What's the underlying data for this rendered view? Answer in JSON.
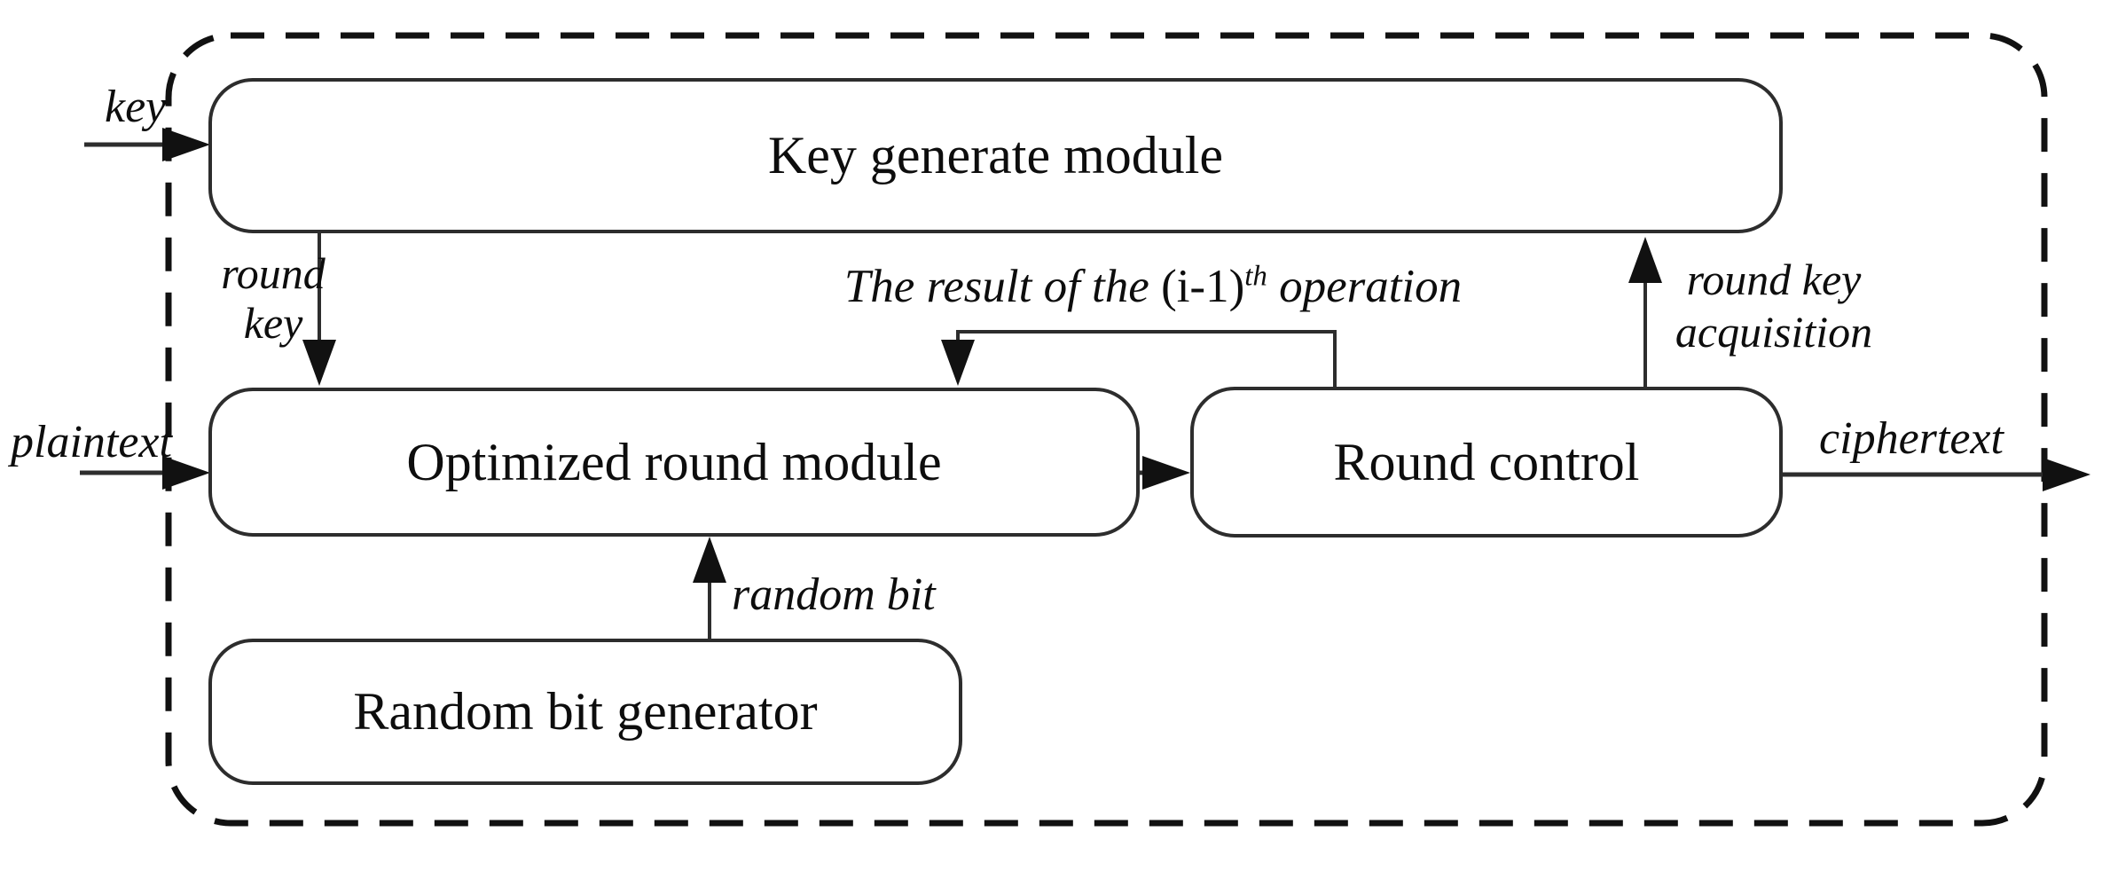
{
  "diagram": {
    "modules": {
      "key_generate": {
        "label": "Key generate module"
      },
      "optimized_round": {
        "label": "Optimized round module"
      },
      "round_control": {
        "label": "Round control"
      },
      "random_bit_generator": {
        "label": "Random bit generator"
      }
    },
    "flows": {
      "key": {
        "label": "key"
      },
      "plaintext": {
        "label": "plaintext"
      },
      "ciphertext": {
        "label": "ciphertext"
      },
      "round_key": {
        "line1": "round",
        "line2": "key"
      },
      "round_key_acquisition": {
        "line1": "round key",
        "line2": "acquisition"
      },
      "random_bit": {
        "label": "random bit"
      },
      "feedback": {
        "prefix": "The result of the ",
        "base": "(i-1)",
        "sup": "th",
        "suffix": " operation"
      }
    },
    "colors": {
      "line": "#2d2d2d",
      "text": "#111111",
      "background": "#ffffff"
    }
  }
}
